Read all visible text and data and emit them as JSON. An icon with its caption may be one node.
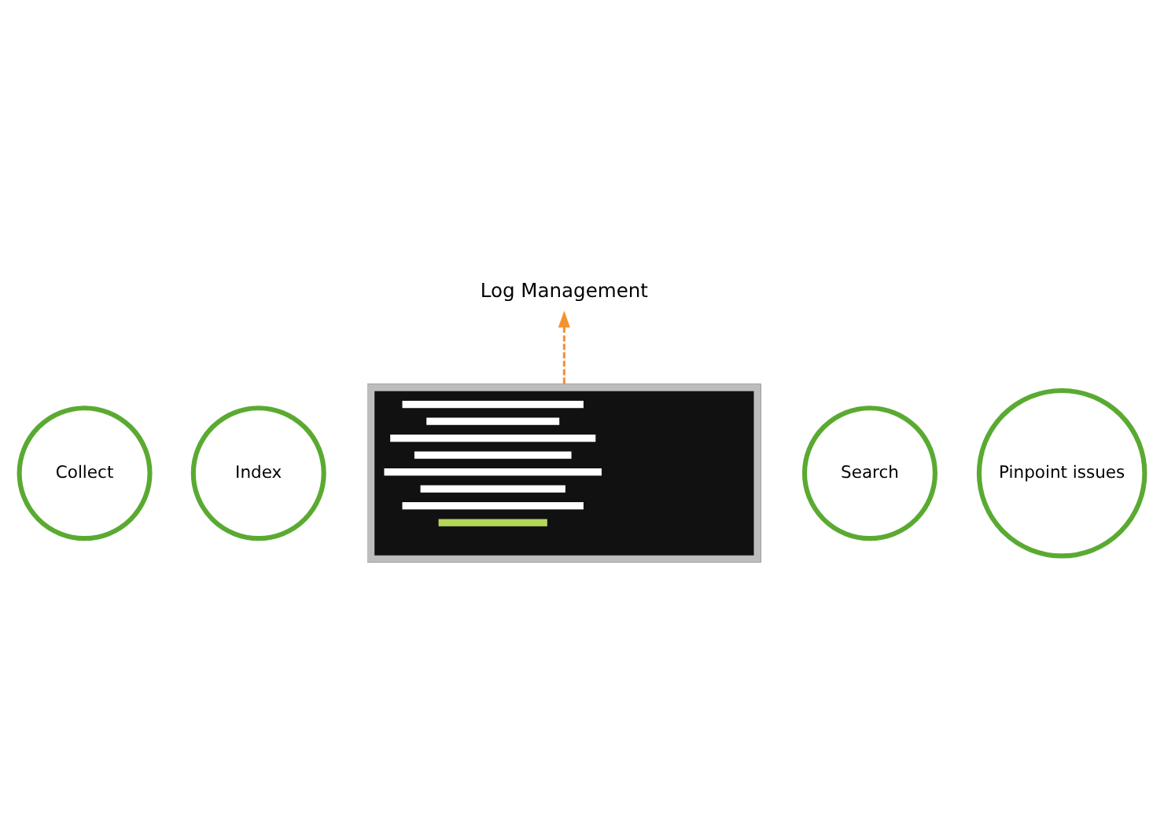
{
  "diagram": {
    "nodes": [
      {
        "text": [
          "Log Management"
        ]
      },
      {
        "text": [],
        "shape": "picture"
      },
      {
        "text": [
          "Collect"
        ]
      },
      {
        "text": [
          "Index"
        ]
      },
      {
        "text": [
          "Search"
        ]
      },
      {
        "text": [
          "Pinpoint issues"
        ]
      }
    ],
    "edges": [
      {
        "from": 1,
        "to": 0,
        "arrow": "to",
        "style": "dashed",
        "color": "#f5922f"
      }
    ]
  }
}
